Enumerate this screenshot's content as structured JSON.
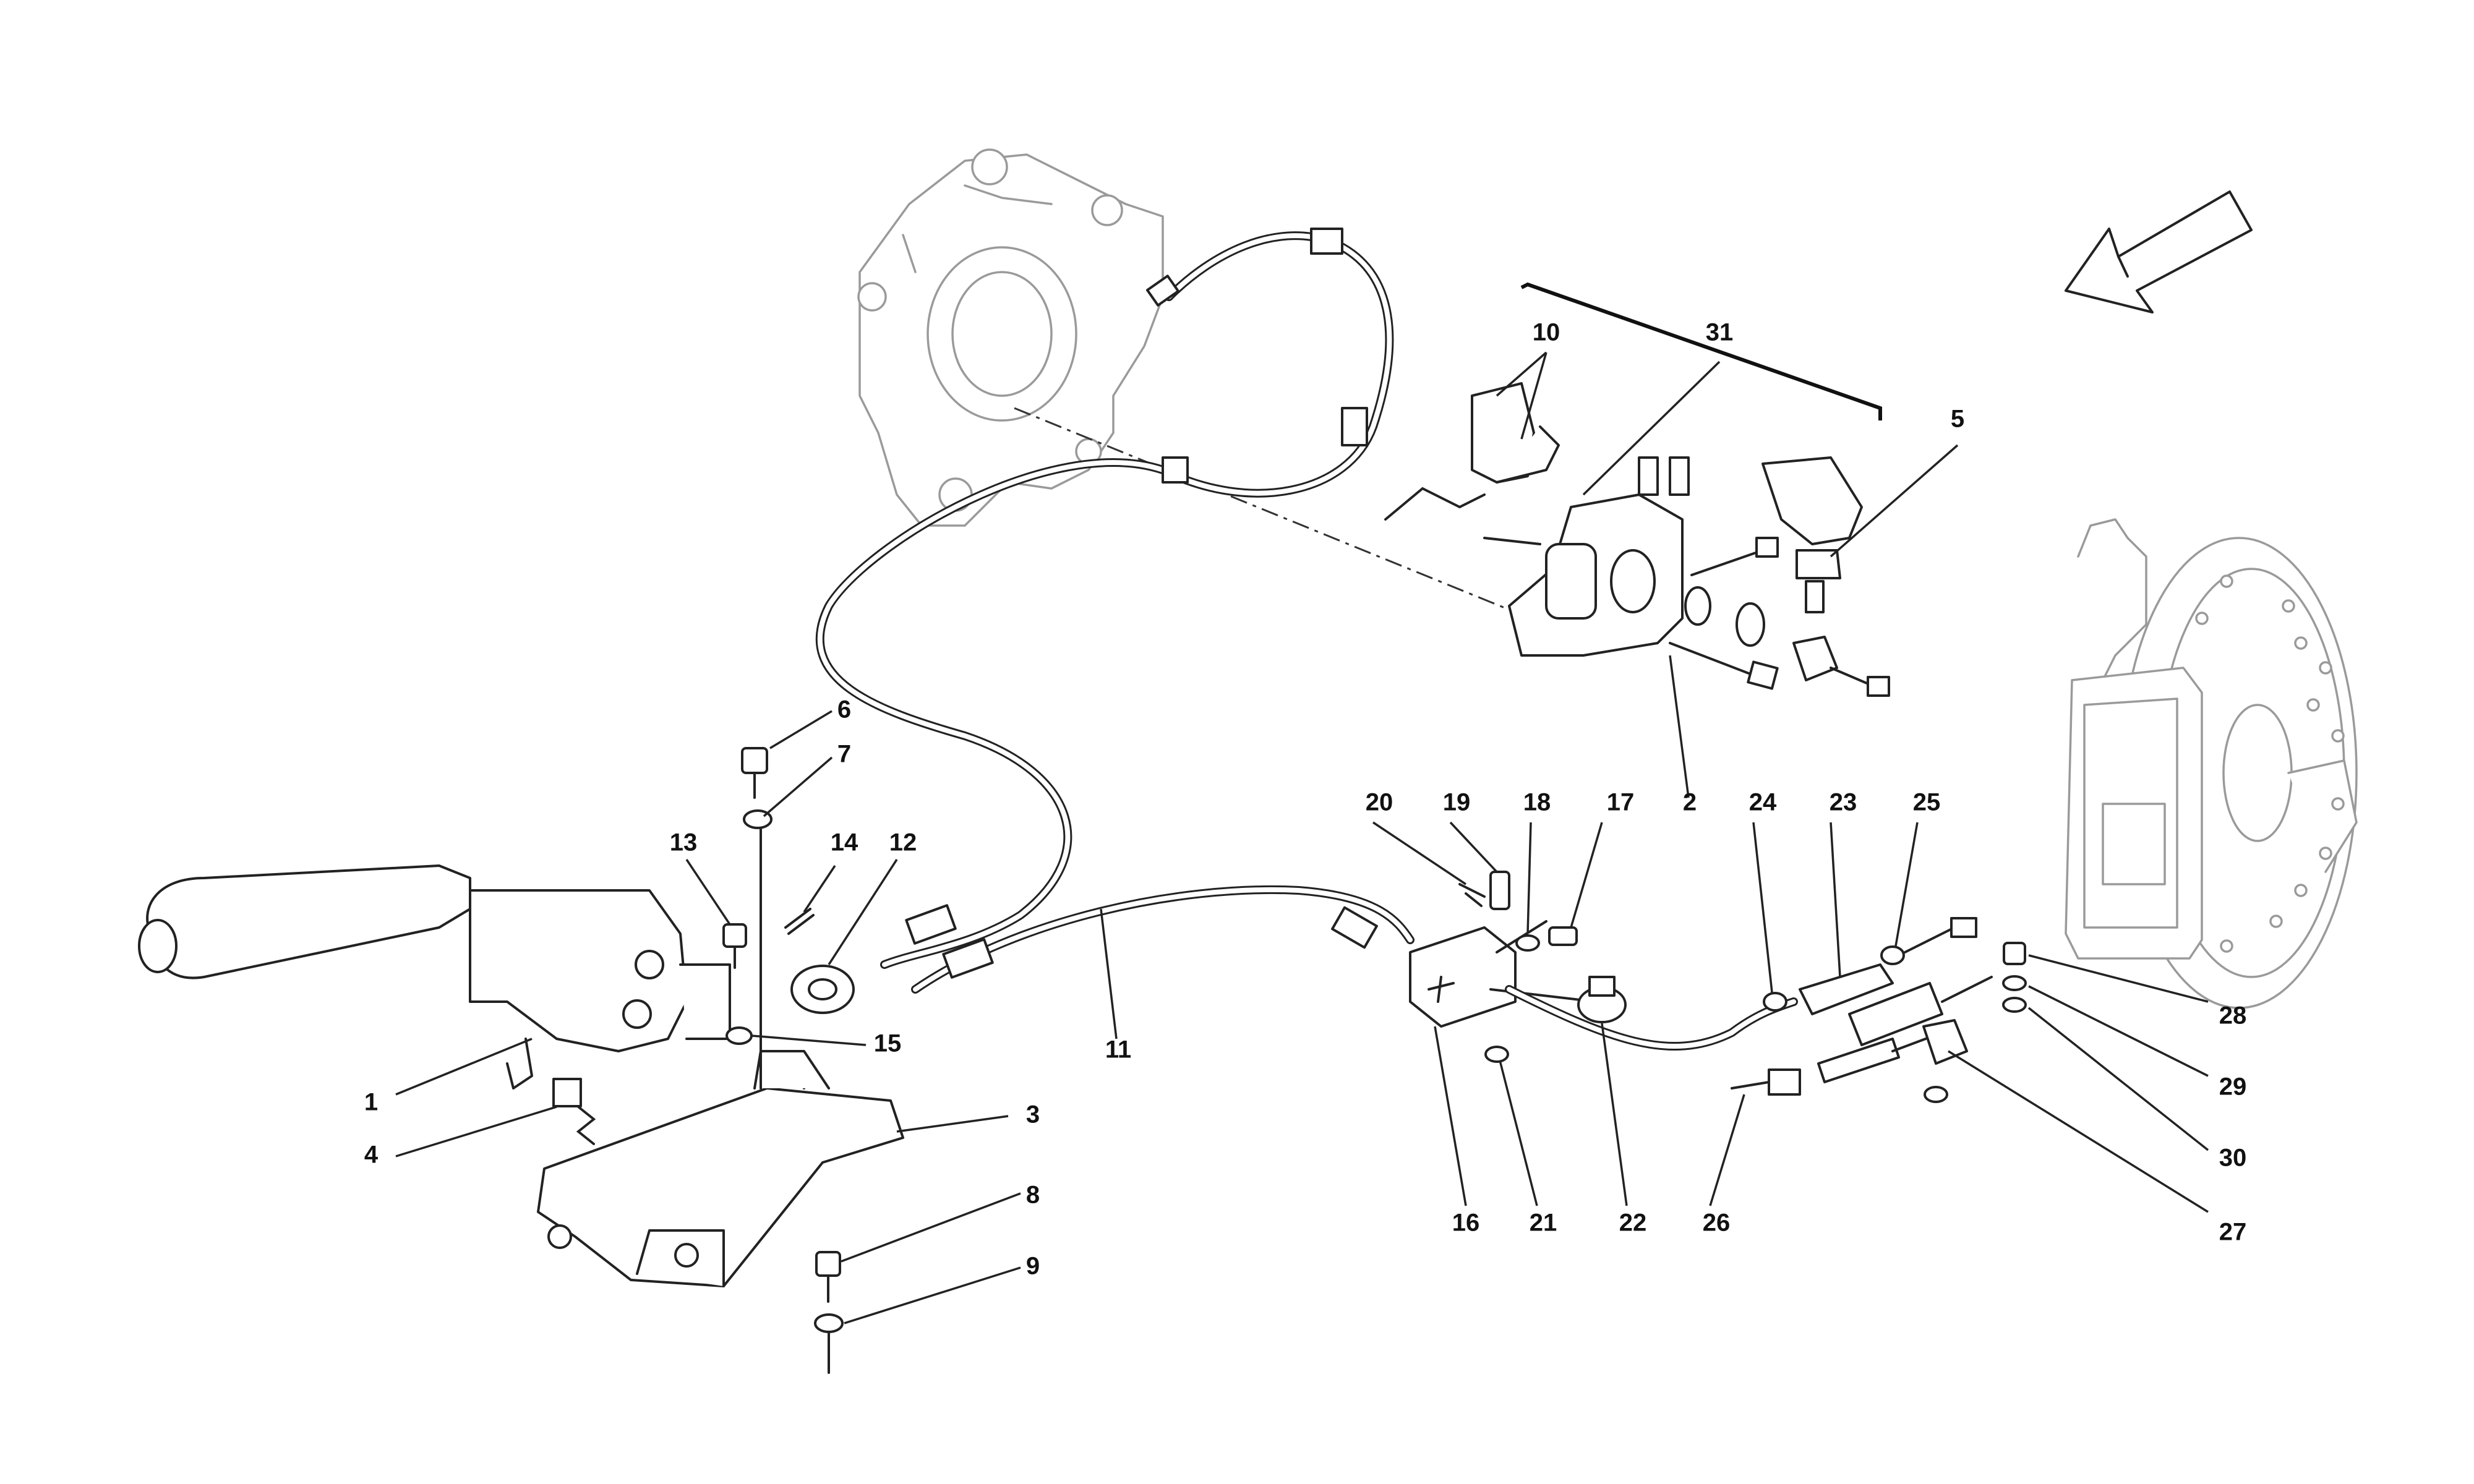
{
  "diagram": {
    "type": "exploded-parts-diagram",
    "accent_color": "#222222",
    "ghost_color": "#9a9a9a",
    "direction_indicator": "arrow-pointing-lower-left",
    "callouts": {
      "c1": "1",
      "c2": "2",
      "c3": "3",
      "c4": "4",
      "c5": "5",
      "c6": "6",
      "c7": "7",
      "c8": "8",
      "c9": "9",
      "c10": "10",
      "c11": "11",
      "c12": "12",
      "c13": "13",
      "c14": "14",
      "c15": "15",
      "c16": "16",
      "c17": "17",
      "c18": "18",
      "c19": "19",
      "c20": "20",
      "c21": "21",
      "c22": "22",
      "c23": "23",
      "c24": "24",
      "c25": "25",
      "c26": "26",
      "c27": "27",
      "c28": "28",
      "c29": "29",
      "c30": "30",
      "c31": "31"
    }
  }
}
